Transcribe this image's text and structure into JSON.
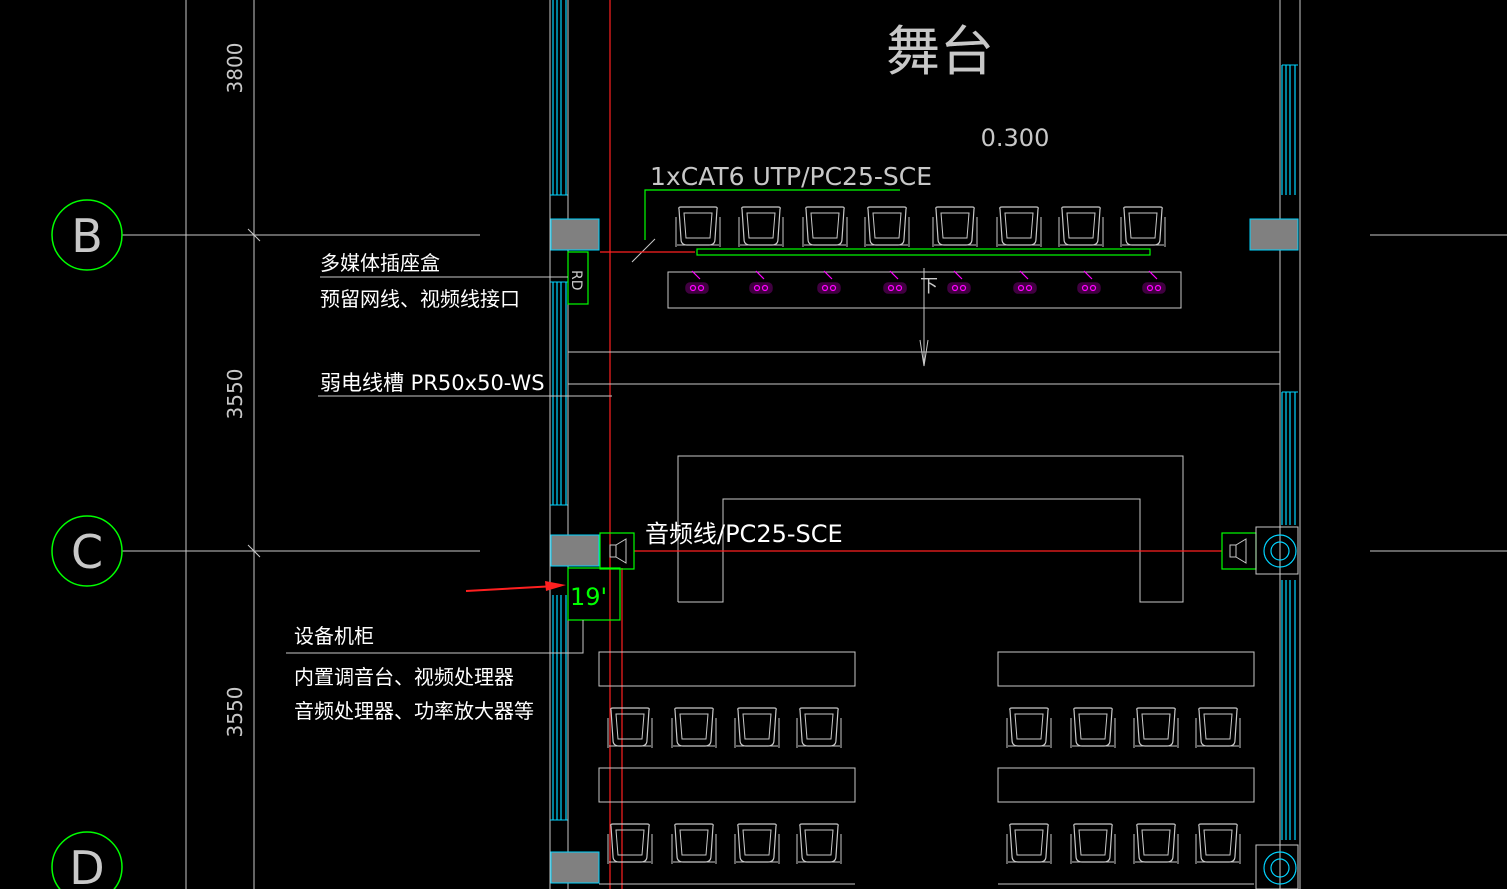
{
  "title": "舞台",
  "elevation": "0.300",
  "axes": [
    {
      "label": "B"
    },
    {
      "label": "C"
    },
    {
      "label": "D"
    }
  ],
  "dimensions": [
    "3800",
    "3550",
    "3550"
  ],
  "callouts": {
    "multimedia_line1": "多媒体插座盒",
    "multimedia_line2": "预留网线、视频线接口",
    "trunking": "弱电线槽 PR50x50-WS",
    "cabinet_title": "设备机柜",
    "cabinet_line1": "内置调音台、视频处理器",
    "cabinet_line2": "音频处理器、功率放大器等"
  },
  "cable_labels": {
    "network": "1xCAT6 UTP/PC25-SCE",
    "audio": "音频线/PC25-SCE"
  },
  "device_tags": {
    "rd": "RD",
    "rack": "19'",
    "down": "下"
  },
  "colors": {
    "background": "#000000",
    "grid_line": "#c8c8c8",
    "wall": "#00d4ff",
    "green": "#00ff00",
    "red": "#ff2020",
    "magenta": "#ff00ff",
    "column_fill": "#808080",
    "text": "#ffffff"
  },
  "counts": {
    "stage_seats": 8,
    "stage_sockets": 8
  }
}
